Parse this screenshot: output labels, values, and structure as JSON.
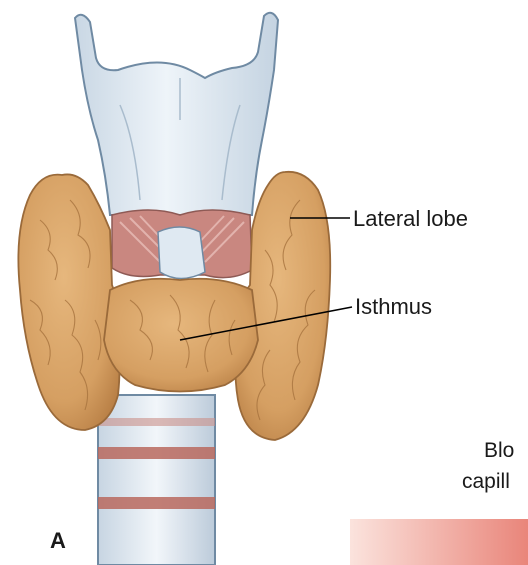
{
  "labels": {
    "lateral_lobe": "Lateral lobe",
    "isthmus": "Isthmus",
    "panel_letter": "A",
    "right_cutoff_line1": "Blo",
    "right_cutoff_line2": "capill"
  },
  "colors": {
    "gland": "#d9a66a",
    "gland_shadow": "#b37a3e",
    "cartilage": "#dfe9f2",
    "cartilage_outline": "#6f8aa3",
    "muscle": "#c98780",
    "trachea_ring": "#b8685e",
    "leader_line": "#000000"
  }
}
